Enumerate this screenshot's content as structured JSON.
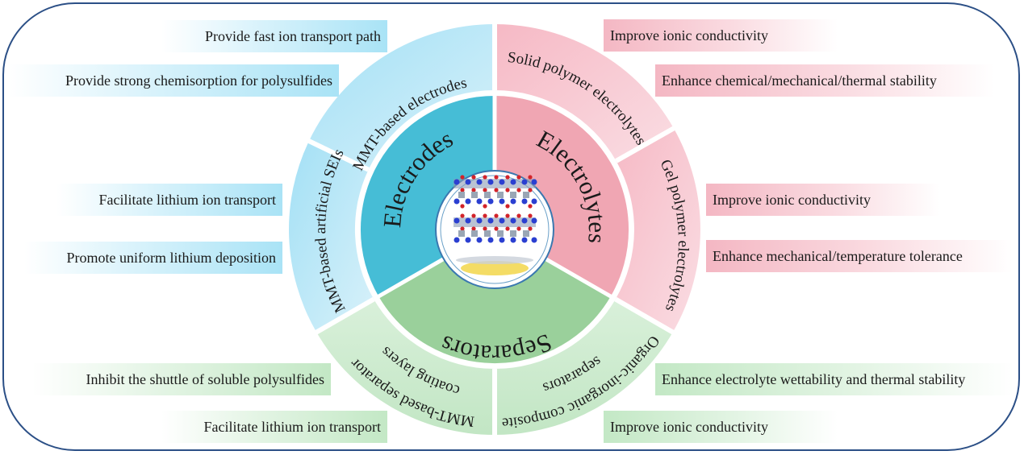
{
  "core": {
    "electrodes": "Electrodes",
    "electrolytes": "Electrolytes",
    "separators": "Separators"
  },
  "ring": {
    "mmt_electrodes": "MMT-based electrodes",
    "mmt_seis": "MMT-based artificial SEIs",
    "solid_polymer": "Solid polymer electrolytes",
    "gel_polymer": "Gel polymer electrolytes",
    "organic_1": "Organic-inorganic composite",
    "organic_2": "separators",
    "coating_1": "MMT-based separator",
    "coating_2": "coating layers"
  },
  "labels": {
    "fast_ion": "Provide fast ion transport path",
    "chemisorption": "Provide strong chemisorption for polysulfides",
    "facilitate_1": "Facilitate lithium ion transport",
    "uniform": "Promote uniform lithium deposition",
    "ionic_1": "Improve ionic conductivity",
    "stability": "Enhance chemical/mechanical/thermal stability",
    "ionic_2": "Improve ionic conductivity",
    "mech_temp": "Enhance mechanical/temperature tolerance",
    "shuttle": "Inhibit the shuttle of soluble polysulfides",
    "facilitate_2": "Facilitate lithium ion transport",
    "wettability": "Enhance electrolyte wettability and thermal stability",
    "ionic_3": "Improve ionic conductivity"
  },
  "colors": {
    "frame": "#2b4f86",
    "electrodes_core": "#46bdd6",
    "electrolytes_core": "#f0a6b3",
    "separators_core": "#9ad09b",
    "blue_ring": "#b4e6f7",
    "pink_ring": "#f8c6cf",
    "green_ring": "#cdebcf"
  }
}
